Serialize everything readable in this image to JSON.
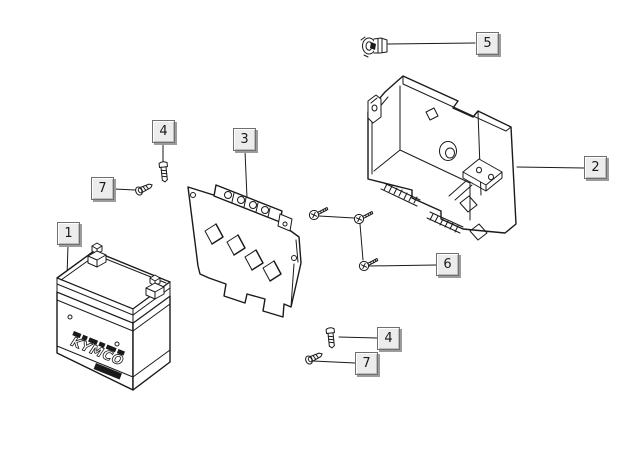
{
  "colors": {
    "background": "#ffffff",
    "line": "#1a1a1a",
    "callout_face": "#ececec",
    "callout_shadow": "#9c9c9c",
    "callout_text": "#1b1b1b"
  },
  "battery": {
    "brand": "KYMCO"
  },
  "callouts": [
    {
      "label": "1"
    },
    {
      "label": "2"
    },
    {
      "label": "3"
    },
    {
      "label": "4"
    },
    {
      "label": "5"
    },
    {
      "label": "6"
    },
    {
      "label": "7"
    },
    {
      "label": "4"
    },
    {
      "label": "7"
    }
  ]
}
